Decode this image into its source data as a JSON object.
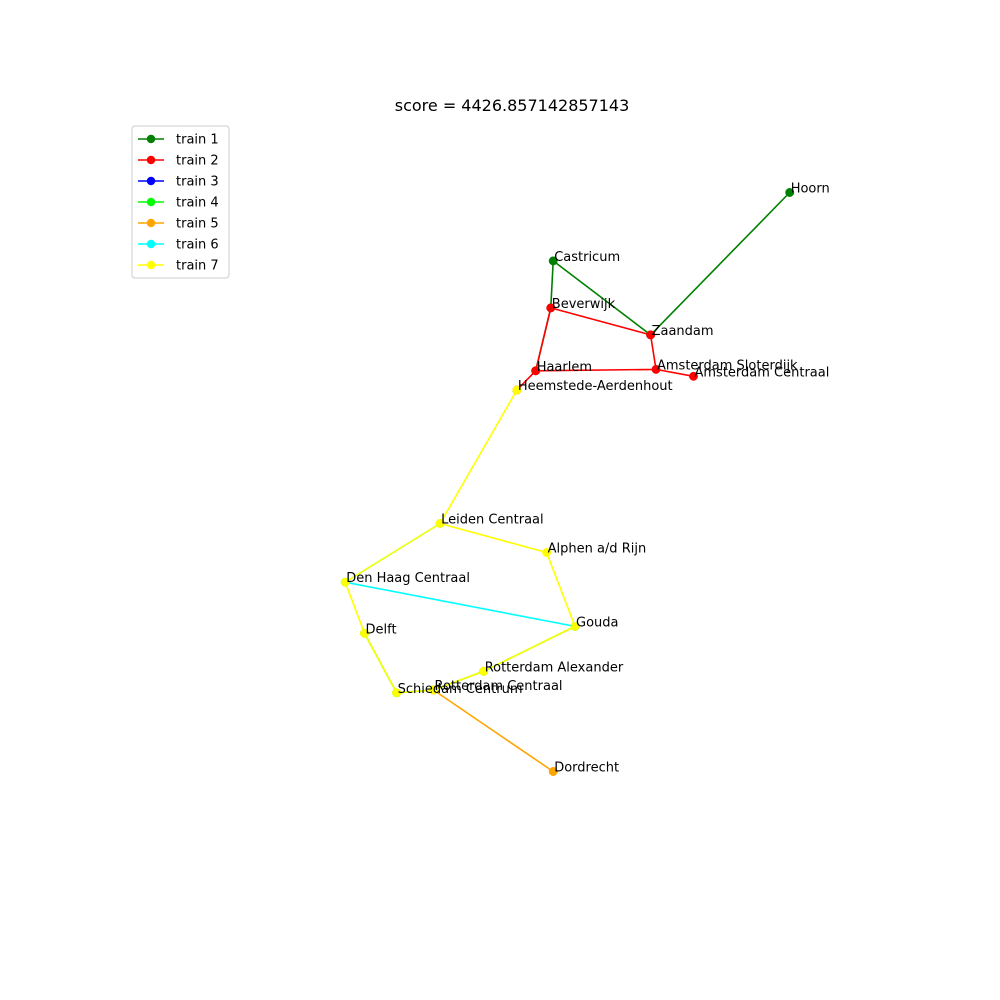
{
  "chart_data": {
    "type": "scatter",
    "title": "score = 4426.857142857143",
    "legend_position": "top-left",
    "axes_visible": false,
    "grid": false,
    "xlim": [
      3.96,
      5.2
    ],
    "ylim": [
      51.65,
      52.75
    ],
    "stations": [
      {
        "name": "Hoorn",
        "x": 5.059,
        "y": 52.645
      },
      {
        "name": "Amsterdam Centraal",
        "x": 4.9,
        "y": 52.379
      },
      {
        "name": "Amsterdam Sloterdijk",
        "x": 4.838,
        "y": 52.389
      },
      {
        "name": "Zaandam",
        "x": 4.829,
        "y": 52.439
      },
      {
        "name": "Castricum",
        "x": 4.668,
        "y": 52.546
      },
      {
        "name": "Beverwijk",
        "x": 4.664,
        "y": 52.478
      },
      {
        "name": "Haarlem",
        "x": 4.639,
        "y": 52.387
      },
      {
        "name": "Heemstede-Aerdenhout",
        "x": 4.608,
        "y": 52.359
      },
      {
        "name": "Leiden Centraal",
        "x": 4.481,
        "y": 52.166
      },
      {
        "name": "Alphen a/d Rijn",
        "x": 4.657,
        "y": 52.124
      },
      {
        "name": "Gouda",
        "x": 4.704,
        "y": 52.017
      },
      {
        "name": "Den Haag Centraal",
        "x": 4.324,
        "y": 52.081
      },
      {
        "name": "Delft",
        "x": 4.356,
        "y": 52.007
      },
      {
        "name": "Schiedam Centrum",
        "x": 4.409,
        "y": 51.921
      },
      {
        "name": "Rotterdam Centraal",
        "x": 4.47,
        "y": 51.925
      },
      {
        "name": "Rotterdam Alexander",
        "x": 4.553,
        "y": 51.952
      },
      {
        "name": "Dordrecht",
        "x": 4.668,
        "y": 51.807
      }
    ],
    "series": [
      {
        "name": "train 1",
        "color": "#008000",
        "stations": [
          "Hoorn",
          "Zaandam",
          "Castricum",
          "Beverwijk",
          "Haarlem"
        ]
      },
      {
        "name": "train 2",
        "color": "#ff0000",
        "stations": [
          "Heemstede-Aerdenhout",
          "Haarlem",
          "Beverwijk",
          "Zaandam",
          "Amsterdam Sloterdijk",
          "Amsterdam Centraal",
          "Amsterdam Sloterdijk",
          "Haarlem"
        ]
      },
      {
        "name": "train 3",
        "color": "#0000ff",
        "stations": []
      },
      {
        "name": "train 4",
        "color": "#00ff00",
        "stations": [
          "Gouda",
          "Rotterdam Alexander",
          "Rotterdam Centraal",
          "Schiedam Centrum",
          "Delft"
        ]
      },
      {
        "name": "train 5",
        "color": "#ffa500",
        "stations": [
          "Dordrecht",
          "Rotterdam Centraal"
        ]
      },
      {
        "name": "train 6",
        "color": "#00ffff",
        "stations": [
          "Gouda",
          "Den Haag Centraal",
          "Leiden Centraal"
        ]
      },
      {
        "name": "train 7",
        "color": "#ffff00",
        "stations": [
          "Heemstede-Aerdenhout",
          "Leiden Centraal",
          "Alphen a/d Rijn",
          "Gouda",
          "Rotterdam Alexander",
          "Rotterdam Centraal",
          "Schiedam Centrum",
          "Delft",
          "Den Haag Centraal",
          "Leiden Centraal"
        ]
      }
    ]
  }
}
